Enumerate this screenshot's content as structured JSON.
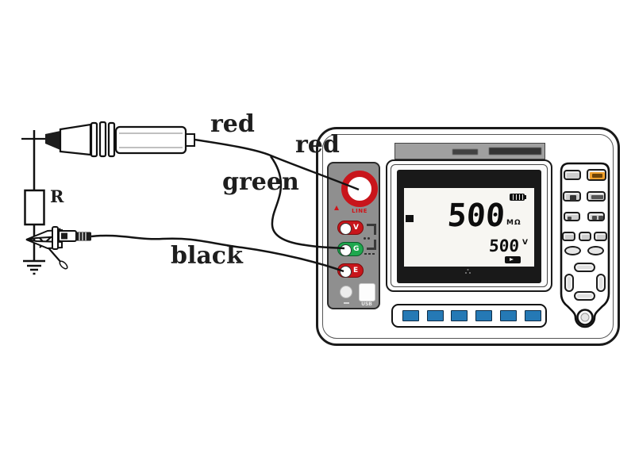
{
  "diagram": {
    "wire_labels": {
      "red_probe": "red",
      "red_device": "red",
      "green": "green",
      "black": "black"
    },
    "resistor_label": "R"
  },
  "device": {
    "terminals": {
      "line": "LINE",
      "v": "V",
      "g": "G",
      "e": "E",
      "usb": "USB"
    },
    "display": {
      "main_value": "500",
      "main_unit": "MΩ",
      "sub_value": "500",
      "sub_unit": "V"
    },
    "colors": {
      "terminal_red": "#c8151b",
      "terminal_green": "#1ea84e",
      "button_orange": "#f0a02c",
      "key_blue": "#2579b5",
      "panel_gray": "#8f8f8f",
      "bezel_black": "#191919"
    }
  }
}
